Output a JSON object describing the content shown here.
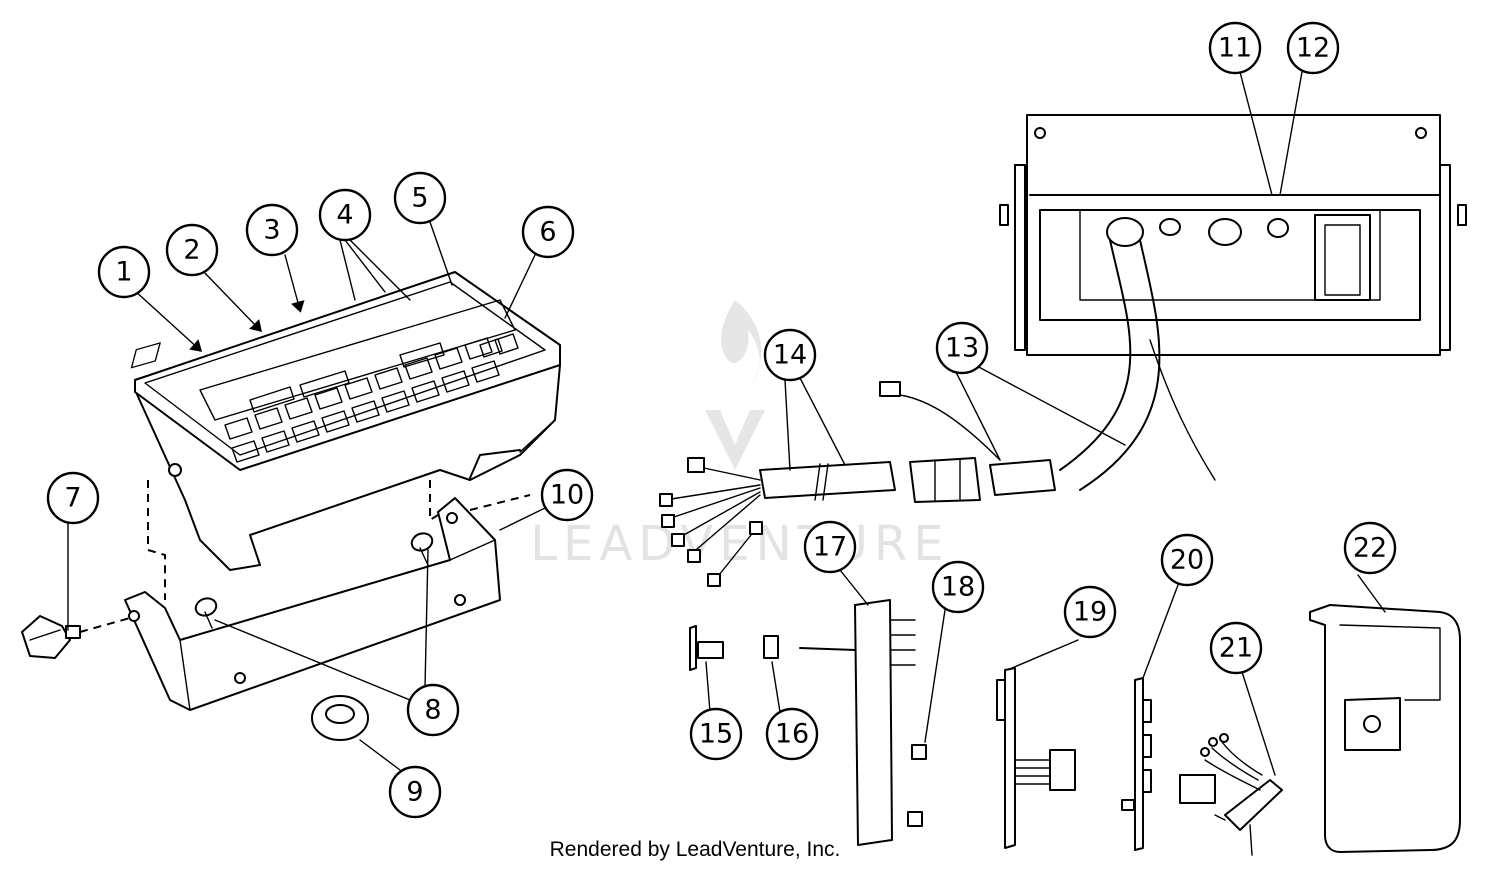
{
  "diagram": {
    "watermark_text": "LEADVENTURE",
    "callouts": [
      "1",
      "2",
      "3",
      "4",
      "5",
      "6",
      "7",
      "8",
      "9",
      "10",
      "11",
      "12",
      "13",
      "14",
      "15",
      "16",
      "17",
      "18",
      "19",
      "20",
      "21",
      "22"
    ]
  },
  "footer": {
    "credit": "Rendered by LeadVenture, Inc."
  },
  "colors": {
    "line": "#000000",
    "background": "#ffffff",
    "watermark": "#cfcfcf"
  }
}
